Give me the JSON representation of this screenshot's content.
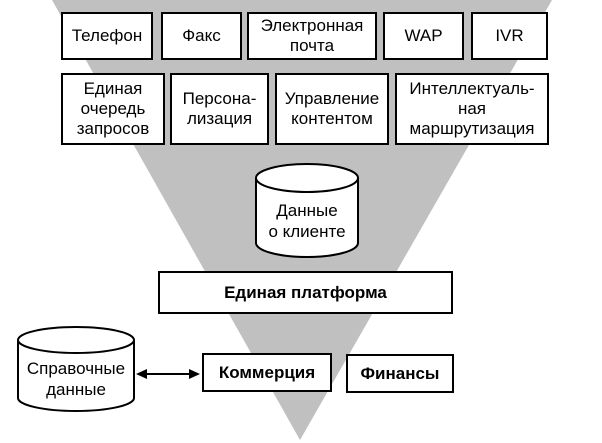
{
  "diagram": {
    "channels": [
      {
        "id": "phone",
        "label": "Телефон"
      },
      {
        "id": "fax",
        "label": "Факс"
      },
      {
        "id": "email",
        "label": "Электронная\nпочта"
      },
      {
        "id": "wap",
        "label": "WAP"
      },
      {
        "id": "ivr",
        "label": "IVR"
      }
    ],
    "functions": [
      {
        "id": "queue",
        "label": "Единая\nочередь\nзапросов"
      },
      {
        "id": "personalization",
        "label": "Персона-\nлизация"
      },
      {
        "id": "content",
        "label": "Управление\nконтентом"
      },
      {
        "id": "routing",
        "label": "Интеллектуаль-\nная\nмаршрутизация"
      }
    ],
    "customer_data": "Данные\nо клиенте",
    "platform": "Единая платформа",
    "reference_data": "Справочные\nданные",
    "commerce": "Коммерция",
    "finance": "Финансы",
    "colors": {
      "funnel": "#c0c0c0",
      "box_fill": "#ffffff",
      "stroke": "#000000"
    }
  }
}
